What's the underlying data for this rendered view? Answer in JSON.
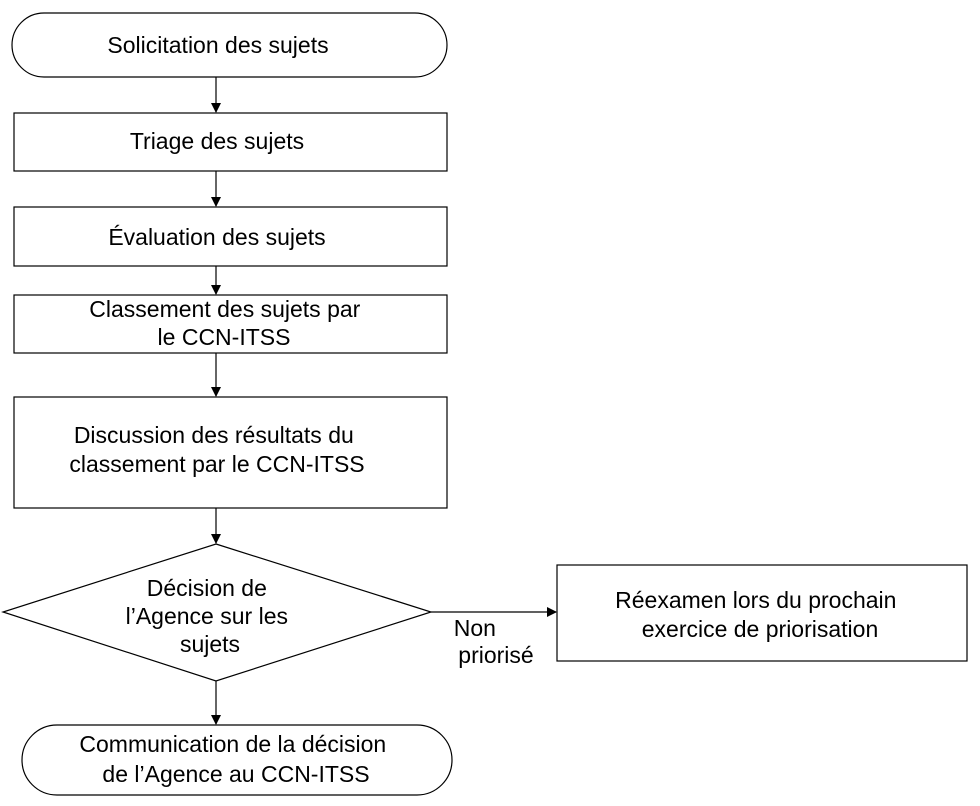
{
  "nodes": {
    "solicitation": {
      "lines": [
        "Solicitation des sujets"
      ]
    },
    "triage": {
      "lines": [
        "Triage des sujets"
      ]
    },
    "evaluation": {
      "lines": [
        "Évaluation des sujets"
      ]
    },
    "classement": {
      "lines": [
        "Classement des sujets par",
        "le CCN-ITSS"
      ]
    },
    "discussion": {
      "lines": [
        "Discussion des résultats du",
        "classement par le CCN-ITSS"
      ]
    },
    "decision": {
      "lines": [
        "Décision de",
        "l’Agence sur les",
        "sujets"
      ]
    },
    "reexamen": {
      "lines": [
        "Réexamen lors du prochain",
        "exercice de priorisation"
      ]
    },
    "communication": {
      "lines": [
        "Communication de la décision",
        "de l’Agence au CCN-ITSS"
      ]
    }
  },
  "edge_labels": {
    "non_priorise": [
      "Non",
      "priorisé"
    ]
  }
}
